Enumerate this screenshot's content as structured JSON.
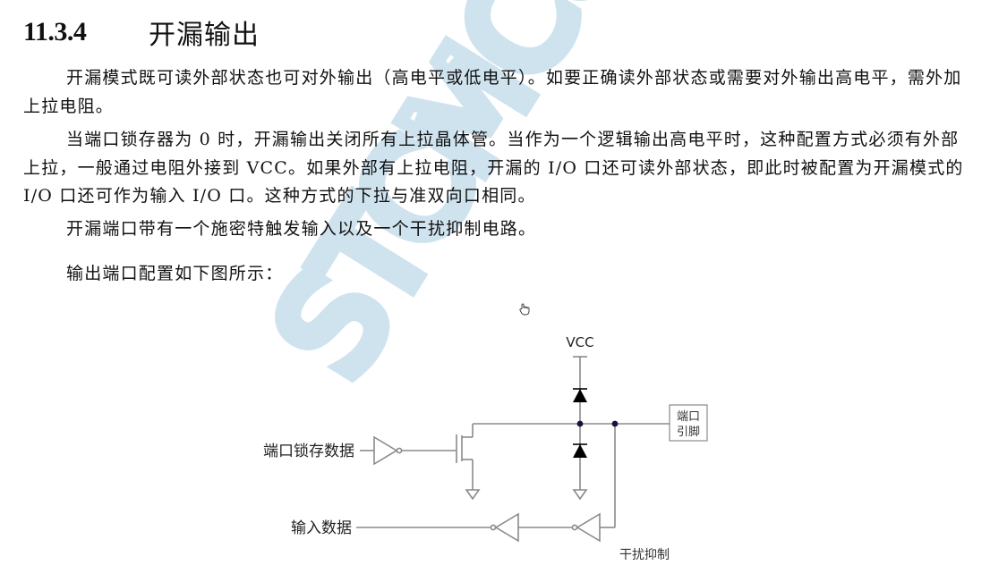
{
  "section": {
    "number": "11.3.4",
    "title": "开漏输出"
  },
  "paragraphs": [
    "开漏模式既可读外部状态也可对外输出（高电平或低电平）。如要正确读外部状态或需要对外输出高电平，需外加上拉电阻。",
    "当端口锁存器为 0 时，开漏输出关闭所有上拉晶体管。当作为一个逻辑输出高电平时，这种配置方式必须有外部上拉，一般通过电阻外接到 VCC。如果外部有上拉电阻，开漏的 I/O 口还可读外部状态，即此时被配置为开漏模式的 I/O 口还可作为输入 I/O 口。这种方式的下拉与准双向口相同。",
    "开漏端口带有一个施密特触发输入以及一个干扰抑制电路。",
    "输出端口配置如下图所示："
  ],
  "watermark": {
    "text": "STCMCU",
    "color": "#cfe3ef"
  },
  "diagram": {
    "vcc_label": "VCC",
    "pin_box_line1": "端口",
    "pin_box_line2": "引脚",
    "latch_label": "端口锁存数据",
    "input_label": "输入数据",
    "filter_label": "干扰抑制",
    "line_color": "#8a8a8a",
    "node_color": "#14143c",
    "diode_color": "#000000"
  },
  "cursor": {
    "icon": "hand-pointer-icon"
  }
}
